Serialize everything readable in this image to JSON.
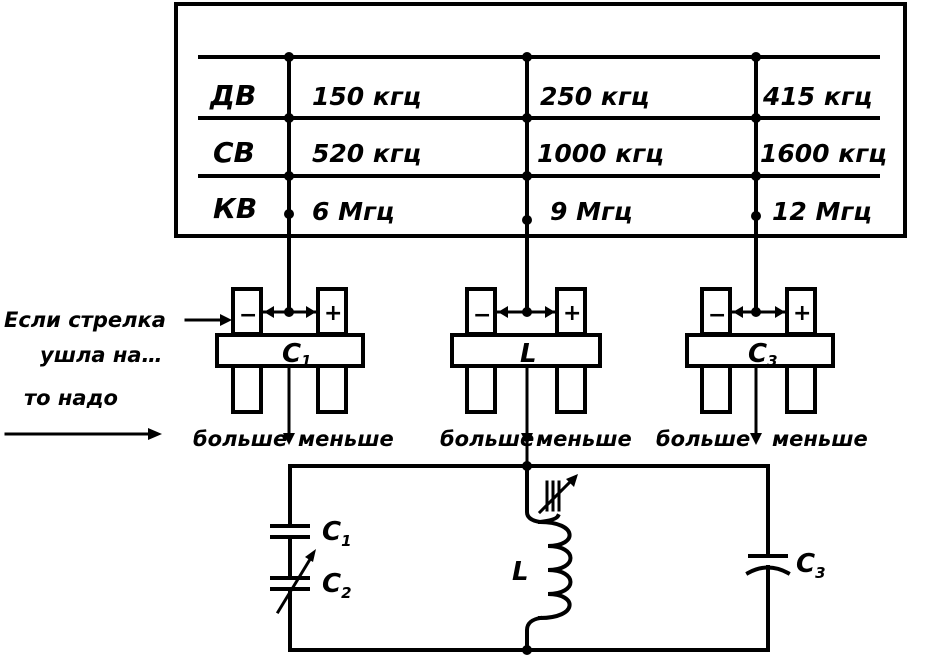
{
  "table": {
    "rows": [
      {
        "band": "ДВ",
        "freqs": [
          "150 кгц",
          "250 кгц",
          "415 кгц"
        ]
      },
      {
        "band": "СВ",
        "freqs": [
          "520 кгц",
          "1000 кгц",
          "1600 кгц"
        ]
      },
      {
        "band": "КВ",
        "freqs": [
          "6 Мгц",
          "9 Мгц",
          "12 Мгц"
        ]
      }
    ]
  },
  "indicators": [
    {
      "main": "C",
      "sub": "1",
      "minus": "−",
      "plus": "+",
      "more": "больше",
      "less": "меньше"
    },
    {
      "main": "L",
      "sub": "",
      "minus": "−",
      "plus": "+",
      "more": "больше",
      "less": "меньше"
    },
    {
      "main": "C",
      "sub": "3",
      "minus": "−",
      "plus": "+",
      "more": "больше",
      "less": "меньше"
    }
  ],
  "notes": {
    "line1": "Если стрелка",
    "line2": "ушла на…",
    "line3": "то надо"
  },
  "circuit": {
    "c1": {
      "main": "C",
      "sub": "1"
    },
    "c2": {
      "main": "C",
      "sub": "2"
    },
    "l": {
      "main": "L",
      "sub": ""
    },
    "c3": {
      "main": "C",
      "sub": "3"
    }
  }
}
